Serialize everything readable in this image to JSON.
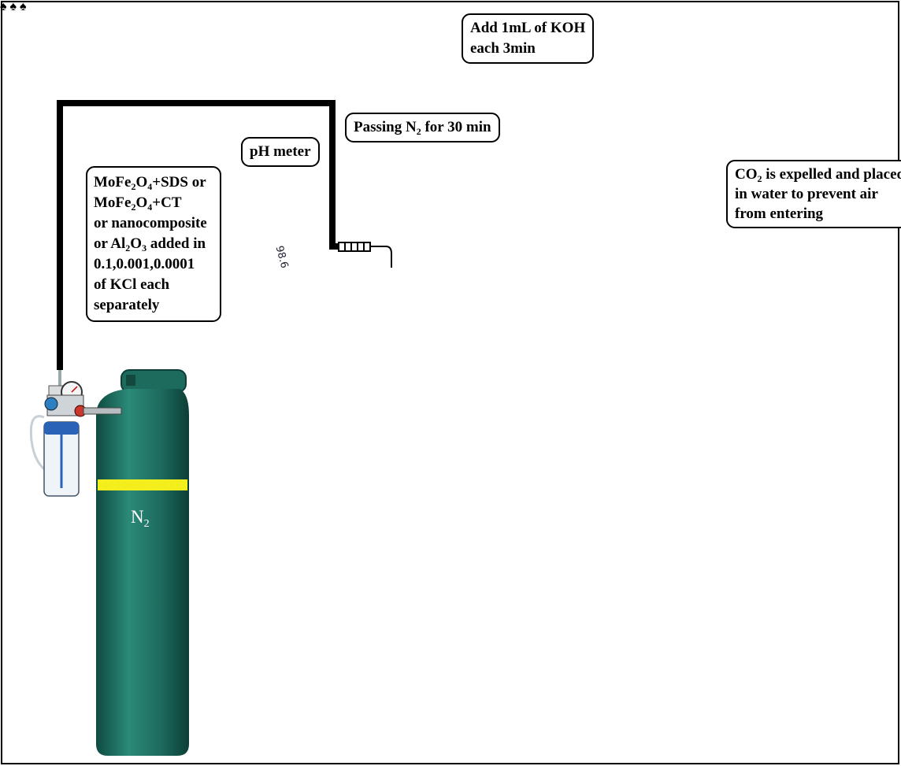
{
  "labels": {
    "sample": {
      "l1_a": "MoFe",
      "l1_s1": "2",
      "l1_b": "O",
      "l1_s2": "4",
      "l1_c": "+SDS or",
      "l2_a": "MoFe",
      "l2_s1": "2",
      "l2_b": "O",
      "l2_s2": "4",
      "l2_c": "+CT",
      "l3": "or nanocomposite",
      "l4_a": "or  Al",
      "l4_s1": "2",
      "l4_b": "O",
      "l4_s2": "3",
      "l4_c": " added in",
      "l5": "0.1,0.001,0.0001",
      "l6": "of KCl each",
      "l7": "separately"
    },
    "ph_meter": "pH meter",
    "n2_passing": {
      "a": "Passing N",
      "s": "2",
      "b": " for 30 min"
    },
    "koh": {
      "l1": "Add 1mL of KOH",
      "l2": "each 3min"
    },
    "co2": {
      "l1_a": "CO",
      "l1_s": "2",
      "l1_b": " is expelled and placed",
      "l2": " in water to prevent air",
      "l3": "from entering"
    }
  },
  "cylinder": {
    "gas_a": "N",
    "gas_s": "2"
  },
  "thermometer_reading": "98.6",
  "colors": {
    "cylinder": "#1f6e60",
    "cylinder_band": "#f4ee1c",
    "glove": "#f6c89a",
    "liquid": "#d9dcf7",
    "probe": "#3a3fcf"
  }
}
